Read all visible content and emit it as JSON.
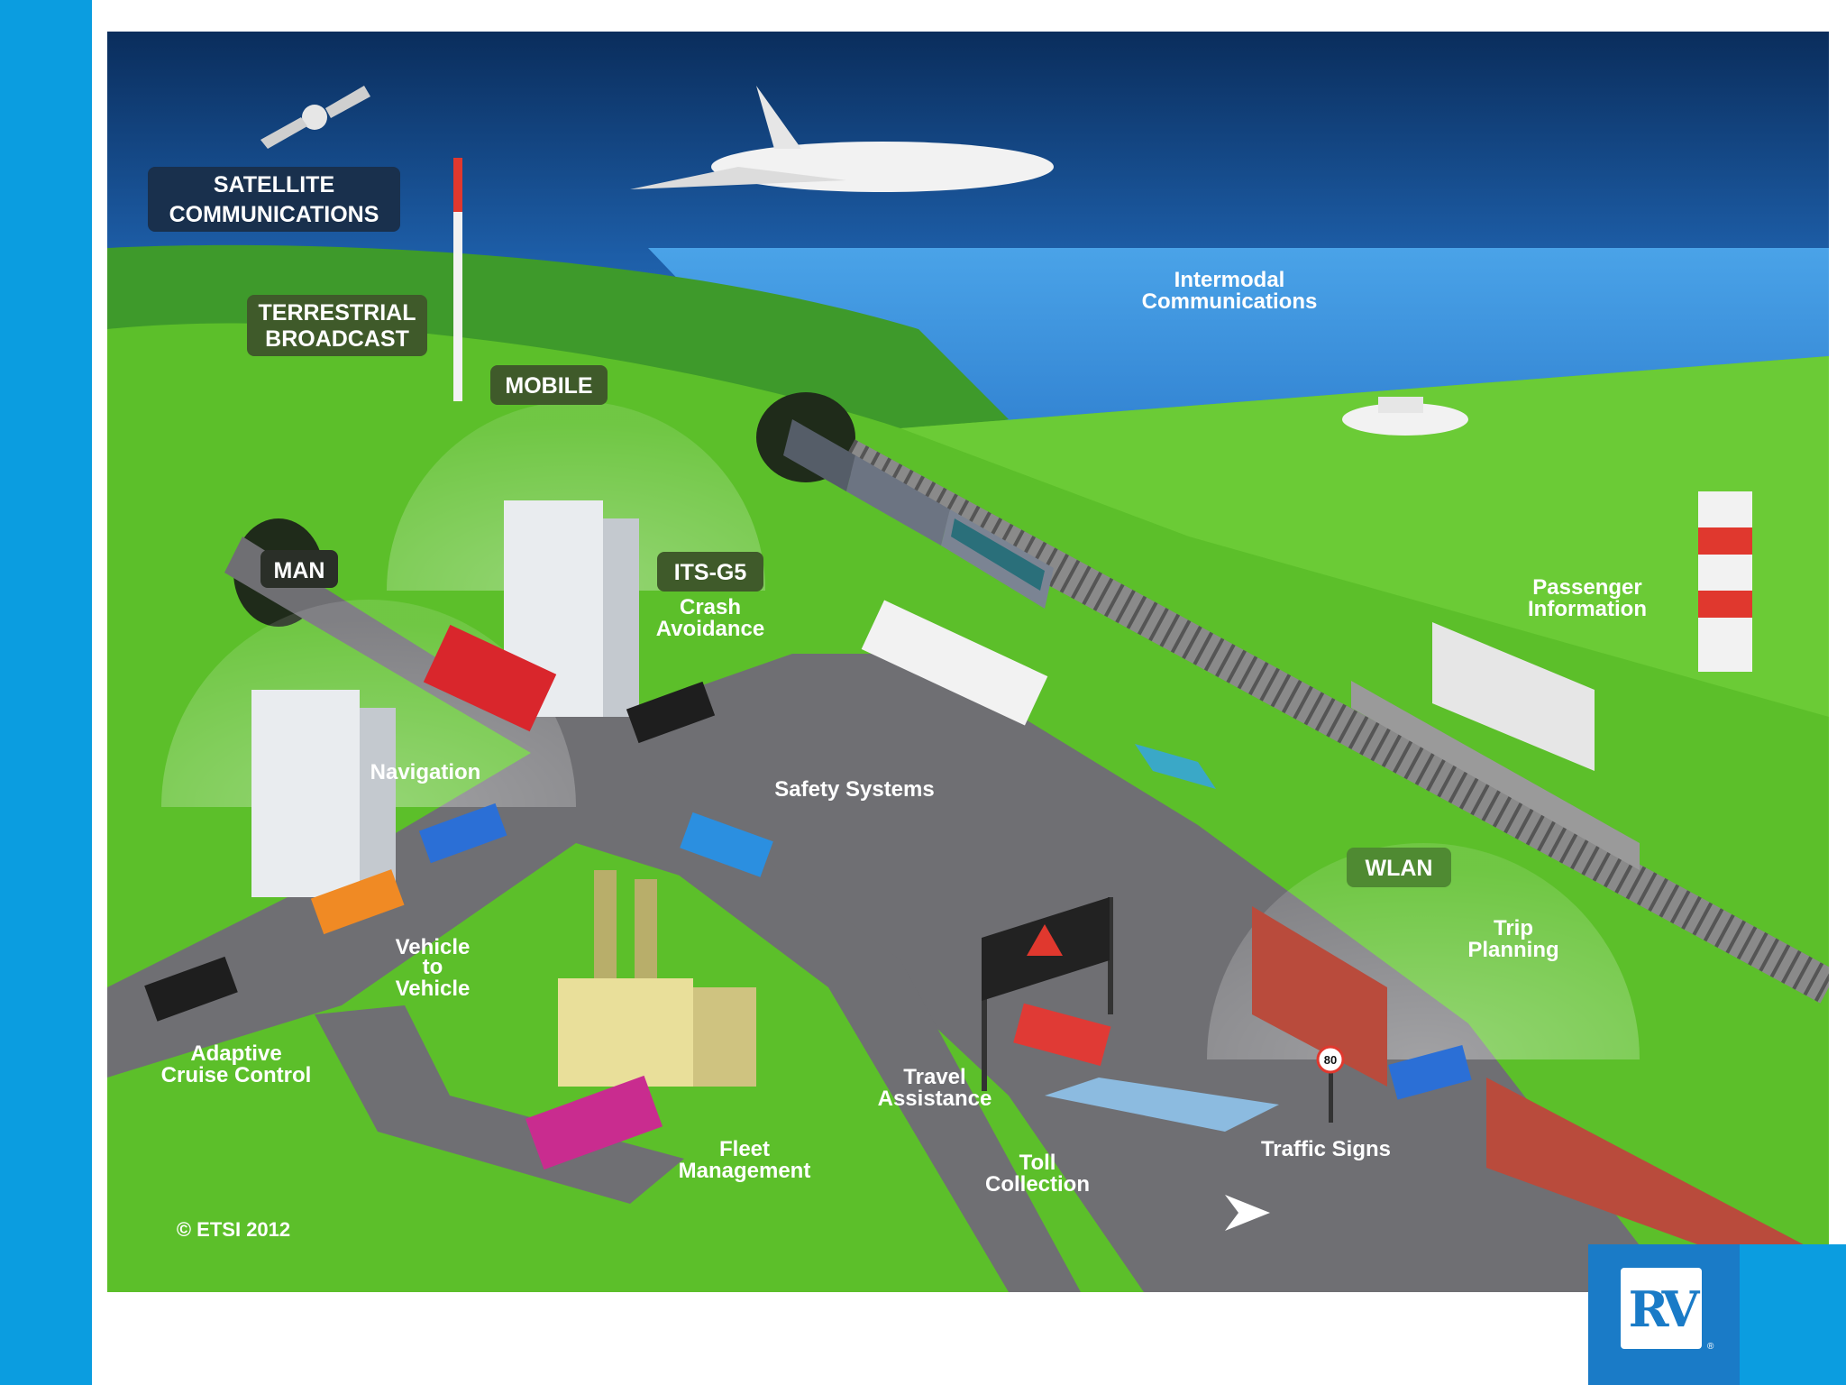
{
  "labels": {
    "satellite_line1": "SATELLITE",
    "satellite_line2": "COMMUNICATIONS",
    "terrestrial_line1": "TERRESTRIAL",
    "terrestrial_line2": "BROADCAST",
    "mobile": "MOBILE",
    "man": "MAN",
    "itsg5": "ITS-G5",
    "wlan": "WLAN",
    "intermodal_line1": "Intermodal",
    "intermodal_line2": "Communications",
    "passenger_line1": "Passenger",
    "passenger_line2": "Information",
    "crash_line1": "Crash",
    "crash_line2": "Avoidance",
    "navigation": "Navigation",
    "safety_systems": "Safety Systems",
    "v2v_line1": "Vehicle",
    "v2v_line2": "to",
    "v2v_line3": "Vehicle",
    "acc_line1": "Adaptive",
    "acc_line2": "Cruise Control",
    "travel_line1": "Travel",
    "travel_line2": "Assistance",
    "fleet_line1": "Fleet",
    "fleet_line2": "Management",
    "toll_line1": "Toll",
    "toll_line2": "Collection",
    "trip_line1": "Trip",
    "trip_line2": "Planning",
    "traffic_signs": "Traffic Signs",
    "speed_sign": "80",
    "copyright": "© ETSI 2012"
  },
  "logo": {
    "text": "RV",
    "reg": "®"
  },
  "colors": {
    "brand_blue": "#0b9de0",
    "logo_blue": "#1a7bc7",
    "grass": "#5cbf2a",
    "road": "#6f6f73",
    "sea": "#3a8fd6",
    "label_box": "#3f5a2a"
  }
}
